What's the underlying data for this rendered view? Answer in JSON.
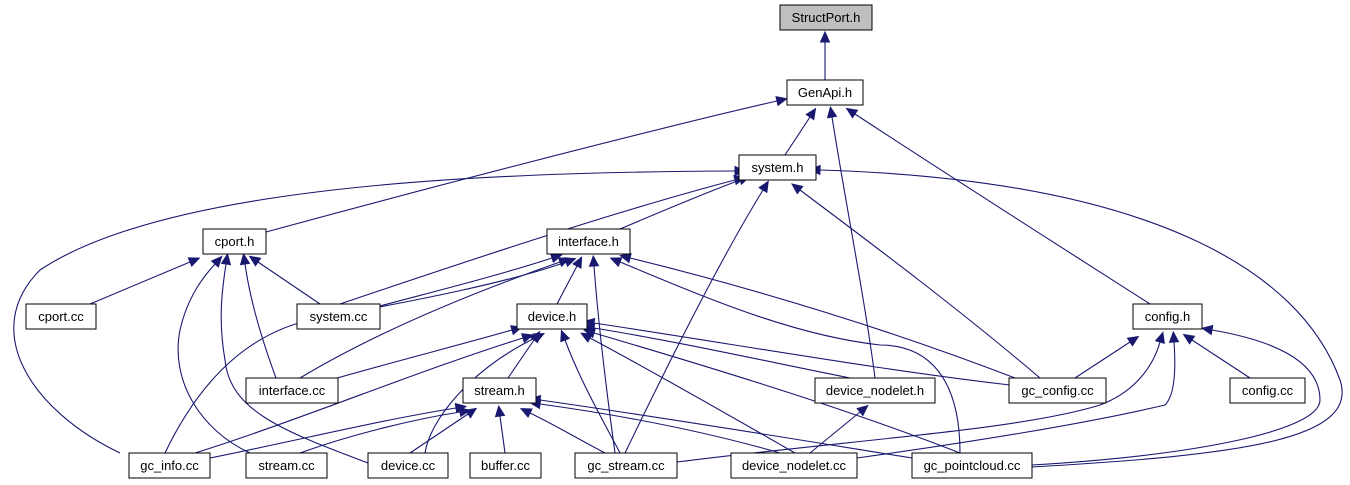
{
  "title": "StructPort.h include dependency graph",
  "colors": {
    "edge": "#191970",
    "root_fill": "#bfbfbf",
    "node_fill": "#ffffff",
    "border": "#000000"
  },
  "nodes": [
    {
      "id": "StructPort_h",
      "label": "StructPort.h",
      "root": true
    },
    {
      "id": "GenApi_h",
      "label": "GenApi.h"
    },
    {
      "id": "system_h",
      "label": "system.h"
    },
    {
      "id": "cport_h",
      "label": "cport.h"
    },
    {
      "id": "interface_h",
      "label": "interface.h"
    },
    {
      "id": "config_h",
      "label": "config.h"
    },
    {
      "id": "cport_cc",
      "label": "cport.cc"
    },
    {
      "id": "system_cc",
      "label": "system.cc"
    },
    {
      "id": "device_h",
      "label": "device.h"
    },
    {
      "id": "interface_cc",
      "label": "interface.cc"
    },
    {
      "id": "stream_h",
      "label": "stream.h"
    },
    {
      "id": "device_nodelet_h",
      "label": "device_nodelet.h"
    },
    {
      "id": "gc_config_cc",
      "label": "gc_config.cc"
    },
    {
      "id": "config_cc",
      "label": "config.cc"
    },
    {
      "id": "gc_info_cc",
      "label": "gc_info.cc"
    },
    {
      "id": "stream_cc",
      "label": "stream.cc"
    },
    {
      "id": "device_cc",
      "label": "device.cc"
    },
    {
      "id": "buffer_cc",
      "label": "buffer.cc"
    },
    {
      "id": "gc_stream_cc",
      "label": "gc_stream.cc"
    },
    {
      "id": "device_nodelet_cc",
      "label": "device_nodelet.cc"
    },
    {
      "id": "gc_pointcloud_cc",
      "label": "gc_pointcloud.cc"
    }
  ],
  "edges": [
    {
      "from": "GenApi_h",
      "to": "StructPort_h"
    },
    {
      "from": "system_h",
      "to": "GenApi_h"
    },
    {
      "from": "cport_h",
      "to": "GenApi_h"
    },
    {
      "from": "device_nodelet_h",
      "to": "GenApi_h"
    },
    {
      "from": "config_h",
      "to": "GenApi_h"
    },
    {
      "from": "interface_h",
      "to": "system_h"
    },
    {
      "from": "system_cc",
      "to": "system_h"
    },
    {
      "from": "gc_info_cc",
      "to": "system_h"
    },
    {
      "from": "gc_stream_cc",
      "to": "system_h"
    },
    {
      "from": "gc_config_cc",
      "to": "system_h"
    },
    {
      "from": "gc_pointcloud_cc",
      "to": "system_h"
    },
    {
      "from": "cport_cc",
      "to": "cport_h"
    },
    {
      "from": "system_cc",
      "to": "cport_h"
    },
    {
      "from": "interface_cc",
      "to": "cport_h"
    },
    {
      "from": "stream_cc",
      "to": "cport_h"
    },
    {
      "from": "device_cc",
      "to": "cport_h"
    },
    {
      "from": "device_h",
      "to": "interface_h"
    },
    {
      "from": "system_cc",
      "to": "interface_h"
    },
    {
      "from": "interface_cc",
      "to": "interface_h"
    },
    {
      "from": "gc_info_cc",
      "to": "interface_h"
    },
    {
      "from": "gc_stream_cc",
      "to": "interface_h"
    },
    {
      "from": "gc_config_cc",
      "to": "interface_h"
    },
    {
      "from": "gc_pointcloud_cc",
      "to": "interface_h"
    },
    {
      "from": "stream_h",
      "to": "device_h"
    },
    {
      "from": "interface_cc",
      "to": "device_h"
    },
    {
      "from": "gc_info_cc",
      "to": "device_h"
    },
    {
      "from": "device_cc",
      "to": "device_h"
    },
    {
      "from": "gc_stream_cc",
      "to": "device_h"
    },
    {
      "from": "device_nodelet_h",
      "to": "device_h"
    },
    {
      "from": "device_nodelet_cc",
      "to": "device_h"
    },
    {
      "from": "gc_config_cc",
      "to": "device_h"
    },
    {
      "from": "gc_pointcloud_cc",
      "to": "device_h"
    },
    {
      "from": "gc_info_cc",
      "to": "stream_h"
    },
    {
      "from": "stream_cc",
      "to": "stream_h"
    },
    {
      "from": "device_cc",
      "to": "stream_h"
    },
    {
      "from": "buffer_cc",
      "to": "stream_h"
    },
    {
      "from": "gc_stream_cc",
      "to": "stream_h"
    },
    {
      "from": "device_nodelet_cc",
      "to": "stream_h"
    },
    {
      "from": "gc_pointcloud_cc",
      "to": "stream_h"
    },
    {
      "from": "device_nodelet_cc",
      "to": "device_nodelet_h"
    },
    {
      "from": "gc_config_cc",
      "to": "config_h"
    },
    {
      "from": "gc_stream_cc",
      "to": "config_h"
    },
    {
      "from": "device_nodelet_cc",
      "to": "config_h"
    },
    {
      "from": "config_cc",
      "to": "config_h"
    },
    {
      "from": "gc_pointcloud_cc",
      "to": "config_h"
    }
  ]
}
